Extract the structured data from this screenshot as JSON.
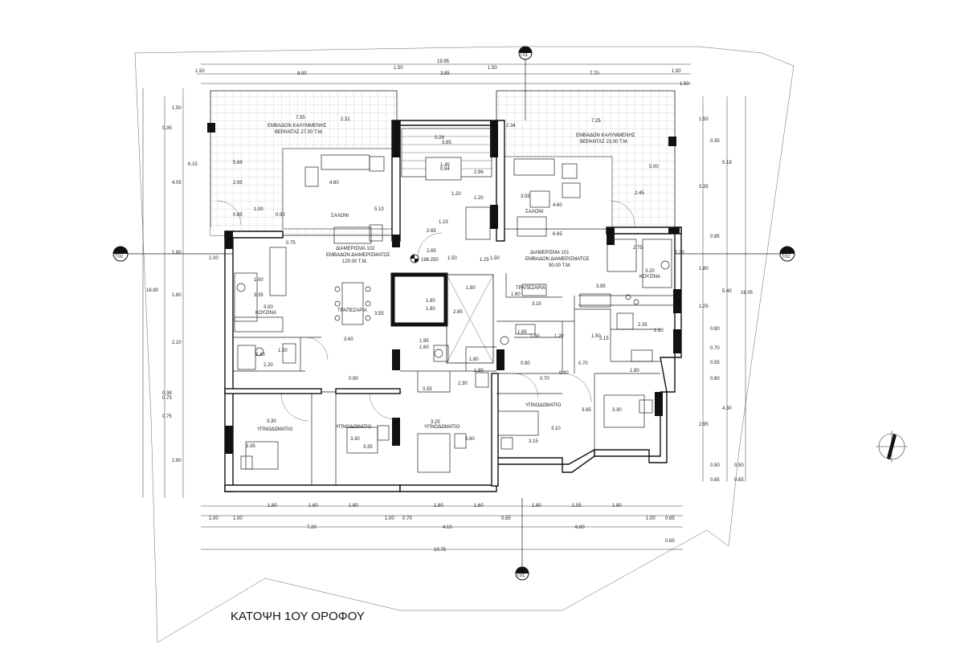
{
  "drawing": {
    "title": "ΚΑΤΟΨΗ 1ΟΥ ΟΡΟΦΟΥ",
    "level_marker": "198.250",
    "section_marks": {
      "top": "T01",
      "bottom": "T01",
      "left": "T02",
      "right": "T02"
    }
  },
  "rooms": {
    "veranda_left": [
      "ΕΜΒΑΔΟΝ ΚΑΛΥΜΜΕΝΗΣ",
      "ΒΕΡΑΝΤΑΣ 27.00 Τ.Μ."
    ],
    "veranda_right": [
      "ΕΜΒΑΔΟΝ ΚΑΛΥΜΜΕΝΗΣ",
      "ΒΕΡΑΝΤΑΣ 23.00 Τ.Μ."
    ],
    "salon_left": "ΣΑΛΟΝΙ",
    "salon_right": "ΣΑΛΟΝΙ",
    "apt_left": [
      "ΔΙΑΜΕΡΙΣΜΑ 102",
      "ΕΜΒΑΔΟΝ ΔΙΑΜΕΡΙΣΜΑΤΟΣ",
      "120.00 Τ.Μ."
    ],
    "apt_right": [
      "ΔΙΑΜΕΡΙΣΜΑ 101",
      "ΕΜΒΑΔΟΝ ΔΙΑΜΕΡΙΣΜΑΤΟΣ",
      "90.00 Τ.Μ."
    ],
    "kitchen_left": "ΚΟΥΖΙΝΑ",
    "kitchen_right": "ΚΟΥΖΙΝΑ",
    "dining_left": "ΤΡΑΠΕΖΑΡΙΑ",
    "dining_right": "ΤΡΑΠΕΖΑΡΙΑ",
    "bed_1": "ΥΠΝΟΔΩΜΑΤΙΟ",
    "bed_2": "ΥΠΝΟΔΩΜΑΤΙΟ",
    "bed_3": "ΥΠΝΟΔΩΜΑΤΙΟ",
    "bed_4": "ΥΠΝΟΔΩΜΑΤΙΟ"
  },
  "dims": {
    "top_total": "19.95",
    "top_row1": [
      "1.50",
      "8.00",
      "1.50",
      "3.85",
      "1.50",
      "7.70",
      "1.50"
    ],
    "top_label_150": "1.50",
    "bottom_row1": [
      "1.80",
      "1.60",
      "1.80",
      "1.80",
      "1.60",
      "1.80",
      "1.55",
      "1.80"
    ],
    "bottom_row2": [
      "1.00",
      "1.00",
      "1.00",
      "0.70",
      "0.65",
      "1.00",
      "0.65"
    ],
    "bottom_row3": [
      "7.20",
      "4.10",
      "6.80"
    ],
    "bottom_row3_right": "0.65",
    "bottom_total": "19.75",
    "left_col1": [
      "1.50",
      "0.35",
      "4.05",
      "1.80",
      "1.80",
      "2.10",
      "0.38",
      "0.75",
      "0.75",
      "2.80"
    ],
    "left_col2": [
      "6.15"
    ],
    "left_total": "16.80",
    "right_col1": [
      "1.50",
      "0.35",
      "3.35",
      "0.85",
      "1.80",
      "1.25",
      "0.80",
      "0.70",
      "0.55",
      "0.80",
      "2.95",
      "0.50",
      "0.65"
    ],
    "right_col2": [
      "5.18",
      "5.40",
      "4.30",
      "0.50",
      "0.65"
    ],
    "right_total": "16.05",
    "interior": [
      "7.55",
      "2.31",
      "5.69",
      "2.95",
      "4.60",
      "1.00",
      "0.85",
      "0.90",
      "5.10",
      "0.75",
      "1.00",
      "3.35",
      "3.00",
      "3.55",
      "3.60",
      "2.40",
      "1.20",
      "2.20",
      "0.90",
      "0.28",
      "3.85",
      "1.45",
      "0.84",
      "2.96",
      "1.20",
      "1.20",
      "1.23",
      "2.65",
      "2.65",
      "1.50",
      "1.25",
      "1.80",
      "1.80",
      "1.80",
      "2.85",
      "1.95",
      "1.60",
      "1.80",
      "1.80",
      "0.55",
      "2.30",
      "3.25",
      "3.60",
      "3.30",
      "3.30",
      "3.35",
      "3.35",
      "7.25",
      "2.34",
      "5.00",
      "2.45",
      "3.55",
      "4.60",
      "6.65",
      "1.50",
      "2.75",
      "0.20",
      "3.20",
      "3.95",
      "1.60",
      "3.15",
      "1.85",
      "1.60",
      "1.20",
      "1.50",
      "2.15",
      "2.35",
      "1.60",
      "1.80",
      "0.70",
      "0.80",
      "0.70",
      "0.90",
      "3.65",
      "3.30",
      "3.15",
      "3.10"
    ]
  }
}
